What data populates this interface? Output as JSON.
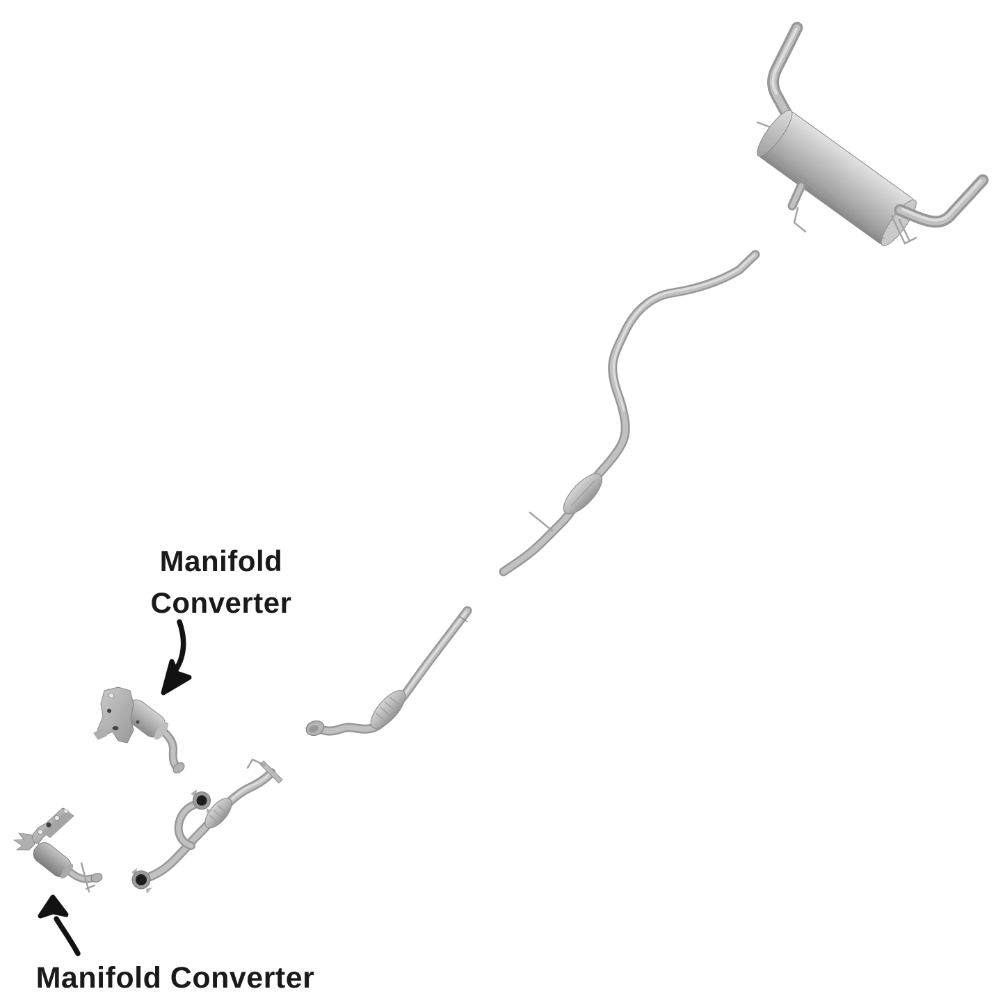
{
  "page": {
    "background": "#ffffff",
    "description": "Exploded exhaust system parts diagram with two annotated manifold converters"
  },
  "labels": {
    "upper": {
      "line1": "Manifold",
      "line2": "Converter"
    },
    "lower": {
      "text": "Manifold Converter"
    }
  },
  "icons": {
    "upper_arrow": "curved-arrow-down-left-icon",
    "lower_arrow": "curved-arrow-up-icon"
  },
  "colors": {
    "background": "#ffffff",
    "label_text": "#1a1a1a",
    "arrow": "#121212",
    "pipe_base": "#979797",
    "pipe_mid": "#c1c1c1",
    "pipe_highlight": "#dddddd",
    "muffler_light": "#e0e0e0",
    "muffler_dark": "#8b8b8b",
    "gasket_dark": "#1d1d1d"
  },
  "parts": [
    "rear-muffler-assembly",
    "intermediate-resonator-pipe",
    "front-flex-pipe",
    "y-pipe-assembly",
    "manifold-converter-upper",
    "manifold-converter-lower"
  ]
}
